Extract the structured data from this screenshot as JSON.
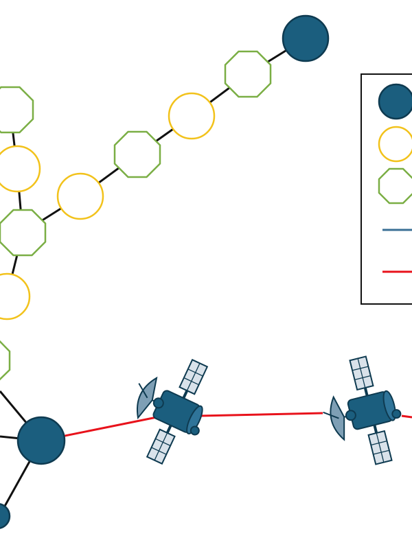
{
  "diagram": {
    "colors": {
      "hub_fill": "#1b5e7e",
      "hub_stroke": "#0e3a50",
      "yellow": "#f2c21b",
      "green": "#7aae44",
      "black_link": "#111111",
      "blue_link": "#3a6f95",
      "red_link": "#e8121b",
      "sat_body": "#1b5e7e",
      "sat_dish": "#7e9fb5",
      "sat_panel": "#d9e2ea"
    },
    "legend": {
      "items": [
        {
          "symbol": "hub-node",
          "label": ""
        },
        {
          "symbol": "yellow-circle-node",
          "label": ""
        },
        {
          "symbol": "green-octagon-node",
          "label": ""
        },
        {
          "symbol": "blue-link",
          "label": ""
        },
        {
          "symbol": "red-link",
          "label": ""
        }
      ]
    }
  }
}
